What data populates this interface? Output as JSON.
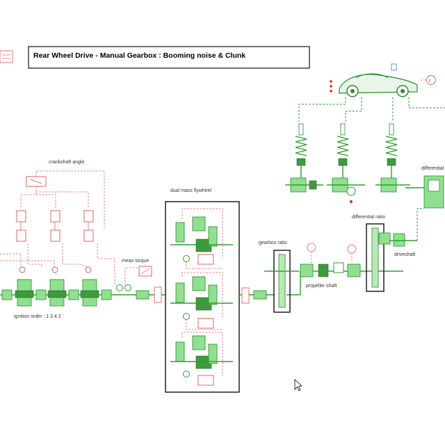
{
  "diagram": {
    "title": "Rear Wheel Drive - Manual Gearbox : Booming noise & Clunk",
    "labels": {
      "crankshaft_angle": "crankshaft angle",
      "dual_mass_flywheel": "dual mass flywheel",
      "mean_torque": "mean torque",
      "ignition_order": "ignition order : 1 3 4 2",
      "gearbox_ratio": "gearbox ratio",
      "propeller_shaft": "propeller shaft",
      "differential_ratio": "differential ratio",
      "driveshaft": "driveshaft",
      "differential": "differential"
    },
    "colors": {
      "mechanical": "#2aa12a",
      "signal": "#e45a5a",
      "frame": "#111111"
    },
    "icons": [
      "car-icon",
      "spring-damper-icon",
      "gear-icon",
      "mouse-cursor-icon"
    ]
  }
}
